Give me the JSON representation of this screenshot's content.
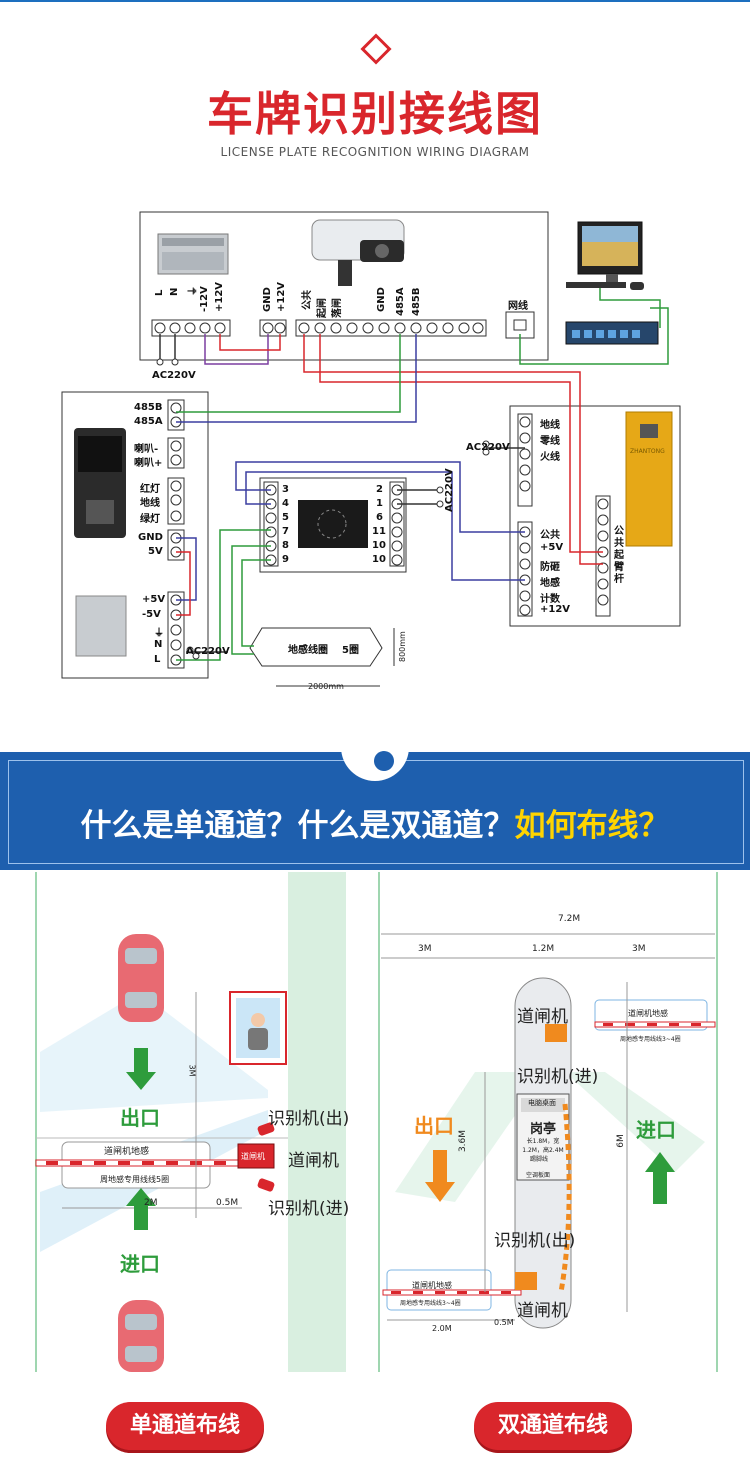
{
  "header": {
    "title": "车牌识别接线图",
    "subtitle": "LICENSE PLATE RECOGNITION WIRING DIAGRAM"
  },
  "wiring": {
    "top_terms": [
      "L",
      "N",
      "⏚",
      "-12V",
      "+12V",
      "GND",
      "+12V",
      "公共",
      "起闸",
      "落闸",
      "GND",
      "485A",
      "485B",
      "网线"
    ],
    "ac_main": "AC220V",
    "display": {
      "rows": [
        "485B",
        "485A",
        "喇叭-",
        "喇叭+",
        "红灯",
        "地线",
        "绿灯",
        "GND",
        "5V",
        "+5V",
        "-5V",
        "⏚",
        "N",
        "L"
      ],
      "ac": "AC220V"
    },
    "relay": {
      "left_nums": [
        "3",
        "4",
        "5",
        "7",
        "8",
        "9"
      ],
      "right_nums": [
        "2",
        "1",
        "6",
        "11",
        "10"
      ],
      "right_nums2": [
        "10"
      ]
    },
    "relay_ac": "AC220V",
    "barrier": {
      "rows_top": [
        "地线",
        "零线",
        "火线"
      ],
      "ac": "AC220V",
      "rows_bottom": [
        "公共",
        "+5V",
        "防砸",
        "地感",
        "计数",
        "+12V"
      ],
      "arm_label": "公共起臂杆",
      "brand": "ZHANTONG"
    },
    "loop": {
      "label": "地感线圈",
      "turns": "5圈",
      "height": "800mm",
      "width": "2000mm"
    }
  },
  "band": {
    "part1": "什么是单通道？什么是双通道？",
    "part2": "如何布线？"
  },
  "single_lane": {
    "exit": "出口",
    "entry": "进口",
    "cam_out": "识别机(出)",
    "gate": "道闸机",
    "cam_in": "识别机(进)",
    "loop_title": "道闸机地感",
    "loop_note": "周地感专用线线5圈",
    "gate_box": "道闸机",
    "dim_2m": "2M",
    "dim_05m": "0.5M",
    "dim_3m": "3M",
    "button": "单通道布线"
  },
  "double_lane": {
    "dim_total": "7.2M",
    "dim_left": "3M",
    "dim_mid": "1.2M",
    "dim_right": "3M",
    "dim_36": "3.6M",
    "dim_6m": "6M",
    "gate_top": "道闸机",
    "cam_in": "识别机(进)",
    "booth": "岗亭",
    "booth_desk": "电脑桌面",
    "booth_note": "长1.8M，宽1.2M，高2.4M",
    "booth_floor": "踢脚线",
    "booth_door": "空调板面",
    "cam_out": "识别机(出)",
    "gate_bottom": "道闸机",
    "exit": "出口",
    "entry": "进口",
    "loop_title": "道闸机地感",
    "loop_note": "周地感专用线线3~4圈",
    "dim_2m": "2.0M",
    "dim_05m": "0.5M",
    "button": "双通道布线",
    "colors": {
      "exit": "#f08a1e",
      "entry": "#2e9c3c"
    }
  }
}
